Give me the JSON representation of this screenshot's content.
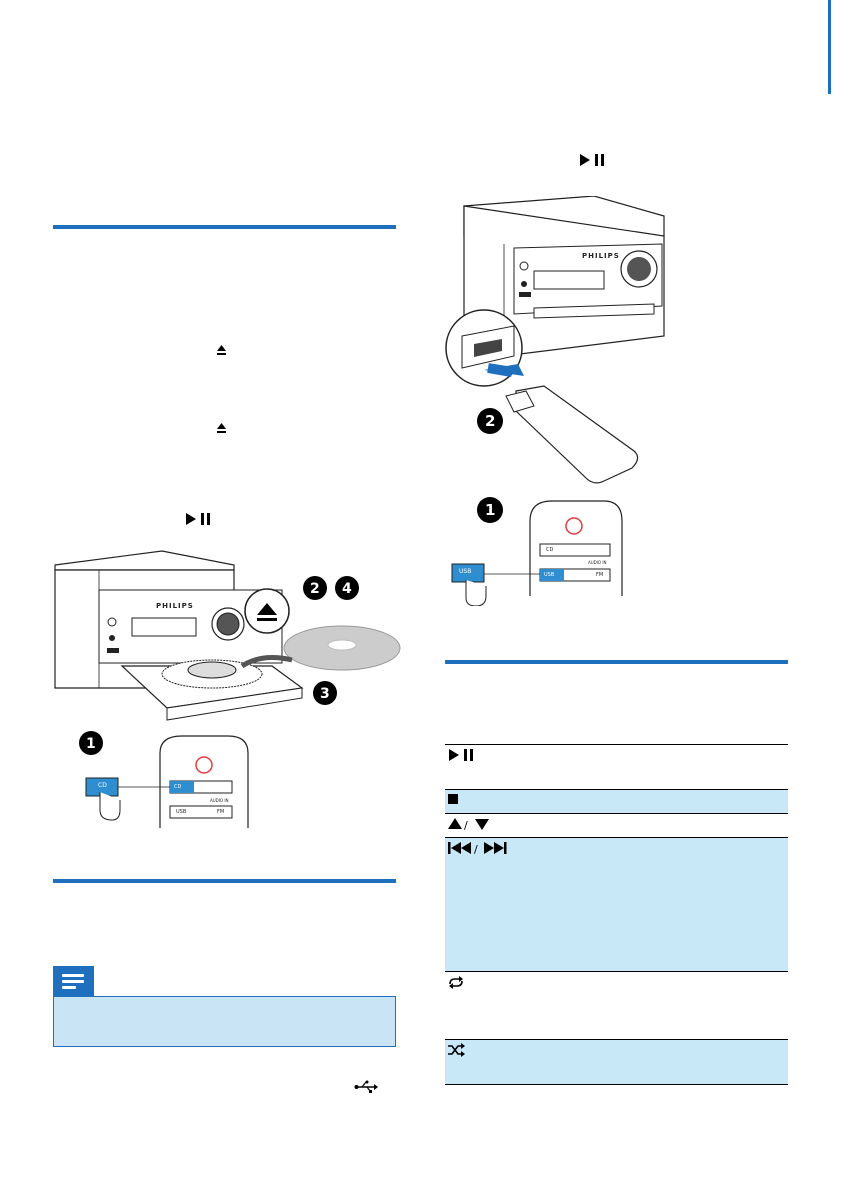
{
  "colors": {
    "accent": "#1f6fbf",
    "highlight": "#c9e8f7",
    "ink": "#231f20"
  },
  "figure1": {
    "brand": "PHILIPS",
    "callouts": [
      "1",
      "2",
      "4",
      "3"
    ],
    "remote": {
      "cd": "CD",
      "usb": "USB",
      "fm": "FM",
      "audio_in": "AUDIO IN"
    }
  },
  "figure2": {
    "brand": "PHILIPS",
    "callouts": [
      "2",
      "1"
    ],
    "remote": {
      "cd": "CD",
      "usb": "USB",
      "fm": "FM",
      "audio_in": "AUDIO IN"
    }
  },
  "icons": {
    "play_pause": "play-pause-icon",
    "eject": "eject-icon",
    "stop": "stop-icon",
    "album": "up-down-icon",
    "skip": "skip-icon",
    "repeat": "repeat-icon",
    "shuffle": "shuffle-icon",
    "usb": "usb-icon",
    "note": "note-icon"
  },
  "table_rows": [
    {
      "icon": "play-pause-icon",
      "highlight": false
    },
    {
      "icon": "stop-icon",
      "highlight": true
    },
    {
      "icon": "up-down-icon",
      "highlight": false
    },
    {
      "icon": "skip-icon",
      "highlight": true
    },
    {
      "icon": "repeat-icon",
      "highlight": false
    },
    {
      "icon": "shuffle-icon",
      "highlight": true
    }
  ]
}
